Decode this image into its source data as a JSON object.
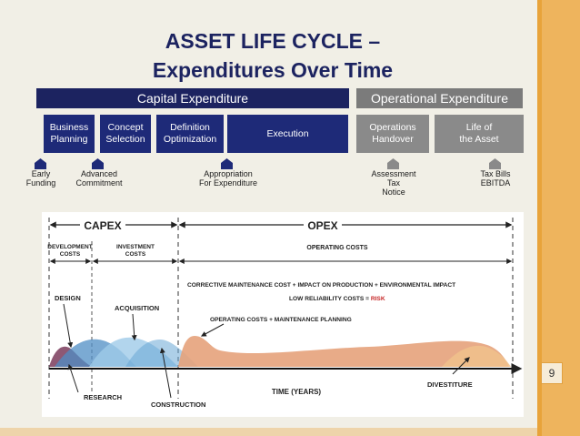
{
  "slide": {
    "title_line1": "ASSET LIFE CYCLE –",
    "title_line2": "Expenditures Over Time",
    "page_number": "9"
  },
  "bands": {
    "capital": "Capital Expenditure",
    "operational": "Operational Expenditure"
  },
  "phases": [
    {
      "label": "Business\nPlanning"
    },
    {
      "label": "Concept\nSelection"
    },
    {
      "label": "Definition\nOptimization"
    },
    {
      "label": "Execution"
    },
    {
      "label": "Operations\nHandover"
    },
    {
      "label": "Life of\nthe Asset"
    }
  ],
  "milestones": [
    {
      "label": "Early\nFunding"
    },
    {
      "label": "Advanced\nCommitment"
    },
    {
      "label": "Appropriation\nFor Expenditure"
    },
    {
      "label": "Assessment\nTax\nNotice"
    },
    {
      "label": "Tax Bills\nEBITDA"
    }
  ],
  "diagram": {
    "capex": "CAPEX",
    "opex": "OPEX",
    "development_costs_1": "DEVELOPMENT",
    "development_costs_2": "COSTS",
    "investment_costs_1": "INVESTMENT",
    "investment_costs_2": "COSTS",
    "operating_costs": "OPERATING COSTS",
    "design": "DESIGN",
    "acquisition": "ACQUISITION",
    "corrective_line": "CORRECTIVE MAINTENANCE COST + IMPACT ON PRODUCTION + ENVIRONMENTAL IMPACT",
    "low_reliability": "LOW RELIABILITY COSTS = ",
    "risk": "RISK",
    "operating_maintenance": "OPERATING COSTS + MAINTENANCE PLANNING",
    "research": "RESEARCH",
    "construction": "CONSTRUCTION",
    "time_axis": "TIME (YEARS)",
    "divestiture": "DIVESTITURE"
  },
  "colors": {
    "navy": "#1c2360",
    "band_grey": "#7b7b7b",
    "phase_navy": "#1e2a78",
    "phase_grey": "#8a8a8a",
    "frame_orange": "#e8a33a"
  }
}
